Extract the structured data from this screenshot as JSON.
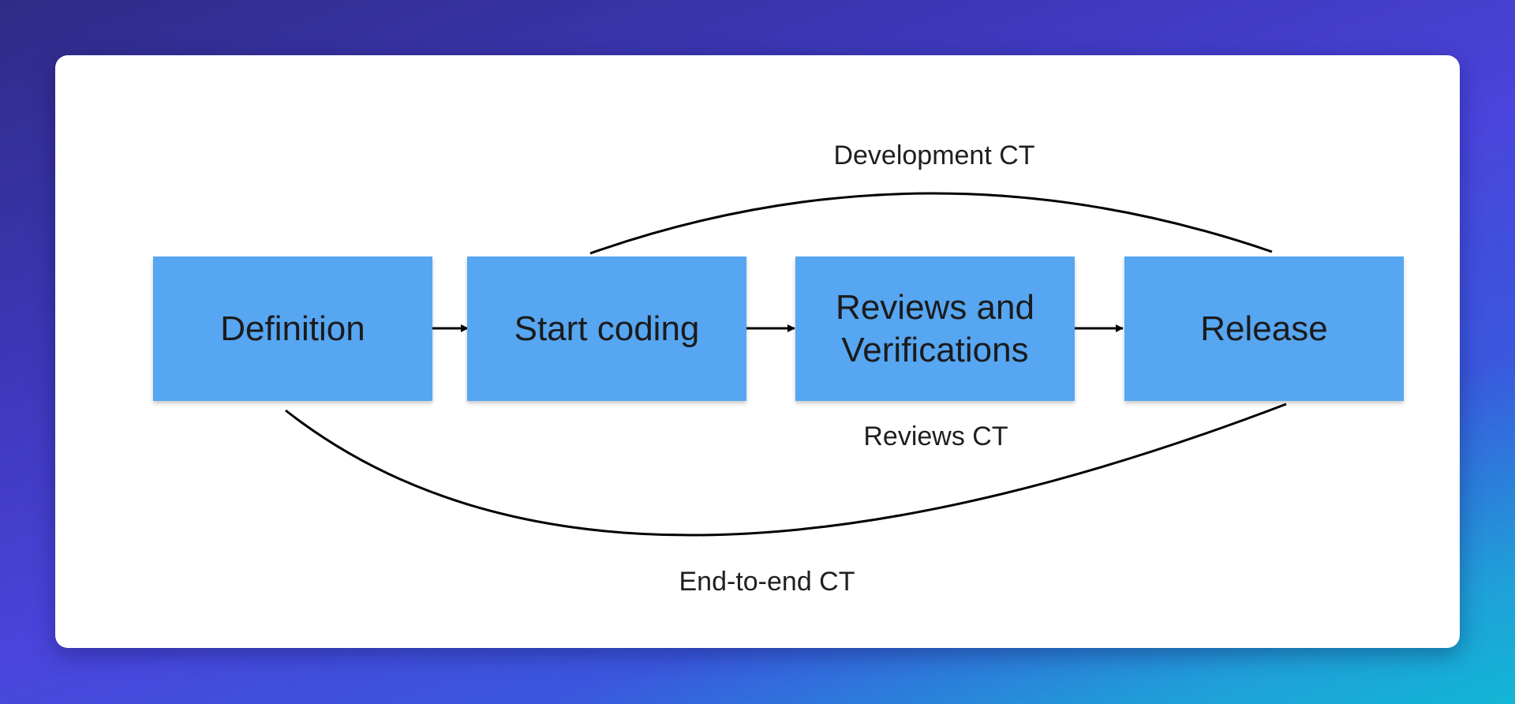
{
  "diagram": {
    "stages": [
      {
        "id": "definition",
        "label": "Definition"
      },
      {
        "id": "start-coding",
        "label": "Start coding"
      },
      {
        "id": "reviews",
        "label": "Reviews and\nVerifications",
        "label_lines": [
          "Reviews and",
          "Verifications"
        ]
      },
      {
        "id": "release",
        "label": "Release"
      }
    ],
    "cycle_times": {
      "development": "Development CT",
      "reviews": "Reviews CT",
      "end_to_end": "End-to-end CT"
    },
    "colors": {
      "stage_fill": "#56a6f2",
      "card": "#ffffff",
      "line": "#000000"
    }
  }
}
